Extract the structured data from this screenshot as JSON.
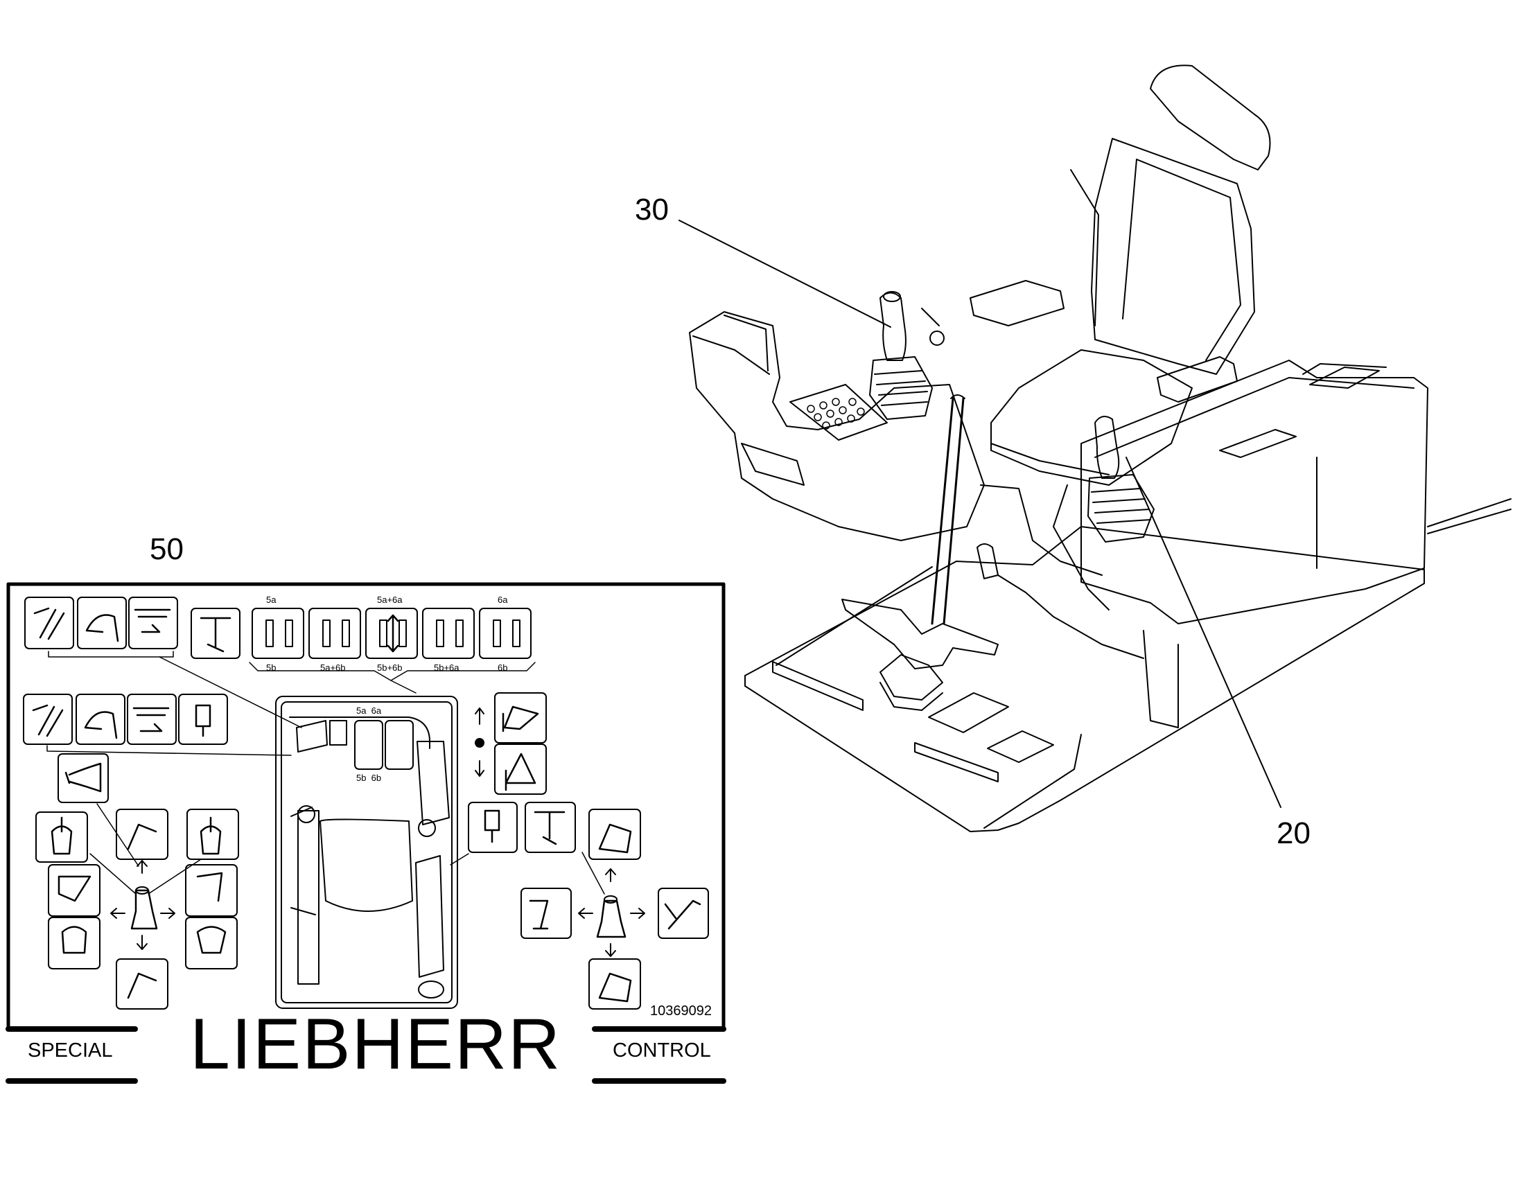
{
  "callouts": {
    "c30": "30",
    "c20": "20",
    "c50": "50"
  },
  "panel": {
    "top_labels": [
      "5a",
      "5a+6a",
      "6a"
    ],
    "bottom_labels": [
      "5b",
      "5a+6b",
      "5b+6b",
      "5b+6a",
      "6b"
    ],
    "cab_labels": {
      "upper": "5a  6a",
      "lower": "5b  6b"
    },
    "part_number": "10369092",
    "brand": "LIEBHERR",
    "left_tag": "SPECIAL",
    "right_tag": "CONTROL"
  },
  "icons": {
    "row1": [
      "boom-cylinders-icon",
      "boom-curve-icon",
      "cylinder-retract-icon"
    ],
    "row2": [
      "boom-cylinders-icon",
      "boom-curve-icon",
      "cylinder-extend-icon",
      "hydraulic-tool-icon"
    ],
    "horn": "horn-icon",
    "travel": [
      "travel-forward-icon",
      "travel-left-icon",
      "travel-straight-icon",
      "travel-right-icon",
      "travel-reverse-icon"
    ]
  }
}
